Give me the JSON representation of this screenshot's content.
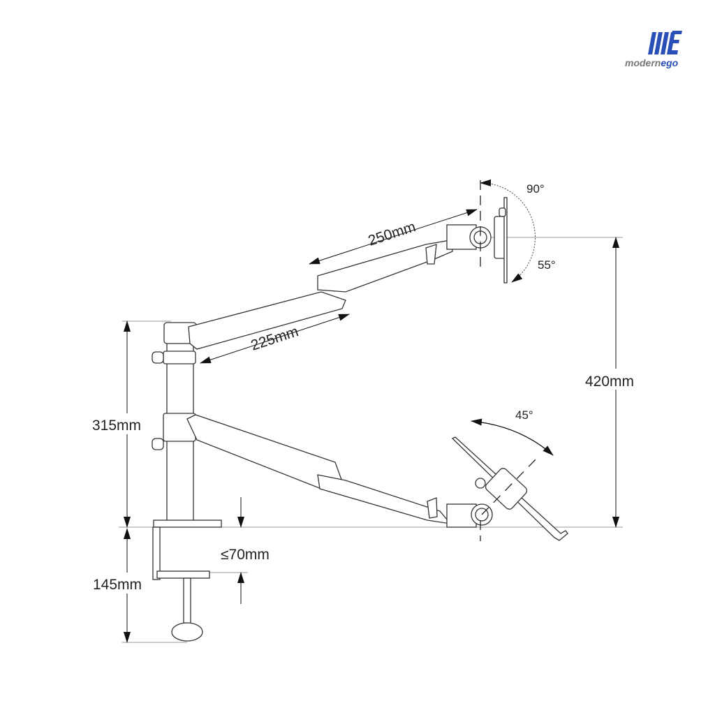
{
  "logo": {
    "brand": "modernego",
    "colors": {
      "mark": "#2a4fb8",
      "text_gray": "#777777",
      "text_blue": "#2a4fb8"
    }
  },
  "dimensions": {
    "upper_forearm": "250mm",
    "upper_arm": "225mm",
    "total_height": "420mm",
    "pole_height": "315mm",
    "clamp_height": "145mm",
    "desk_thickness": "≤70mm"
  },
  "angles": {
    "monitor_tilt_up": "90°",
    "monitor_tilt_down": "55°",
    "laptop_tilt": "45°"
  }
}
